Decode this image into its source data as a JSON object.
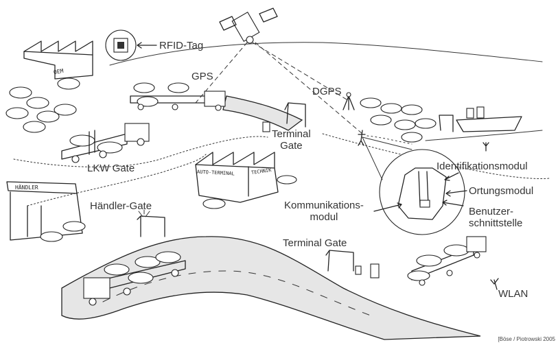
{
  "labels": {
    "rfid_tag": "RFID-Tag",
    "gps": "GPS",
    "dgps": "DGPS",
    "terminal_gate_top": "Terminal\nGate",
    "lkw_gate": "LKW Gate",
    "haendler_gate": "Händler-Gate",
    "terminal_gate_bottom": "Terminal Gate",
    "wlan": "WLAN",
    "identifikationsmodul": "Identifikationsmodul",
    "ortungsmodul": "Ortungsmodul",
    "benutzerschnittstelle": "Benutzer-\nschnittstelle",
    "kommunikationsmodul": "Kommunikations-\nmodul"
  },
  "signs": {
    "oem": "OEM",
    "haendler": "HÄNDLER",
    "auto_terminal": "AUTO-TERMINAL",
    "technik": "TECHNIK"
  },
  "citation": "[Böse / Piotrowski 2005"
}
